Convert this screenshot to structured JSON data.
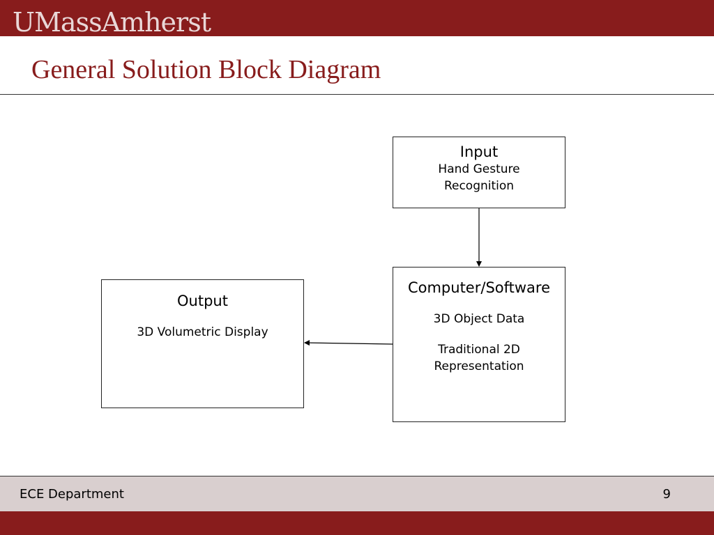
{
  "header": {
    "logo_text": "UMassAmherst",
    "title": "General Solution Block Diagram"
  },
  "diagram": {
    "input": {
      "heading": "Input",
      "lines": [
        "Hand Gesture",
        "Recognition"
      ]
    },
    "computer": {
      "heading": "Computer/Software",
      "item1": "3D Object Data",
      "item2_lines": [
        "Traditional 2D",
        "Representation"
      ]
    },
    "output": {
      "heading": "Output",
      "detail": "3D Volumetric Display"
    }
  },
  "footer": {
    "department": "ECE Department",
    "page_number": "9"
  },
  "colors": {
    "brand_maroon": "#881c1c",
    "footer_band": "#d9cfcf"
  }
}
